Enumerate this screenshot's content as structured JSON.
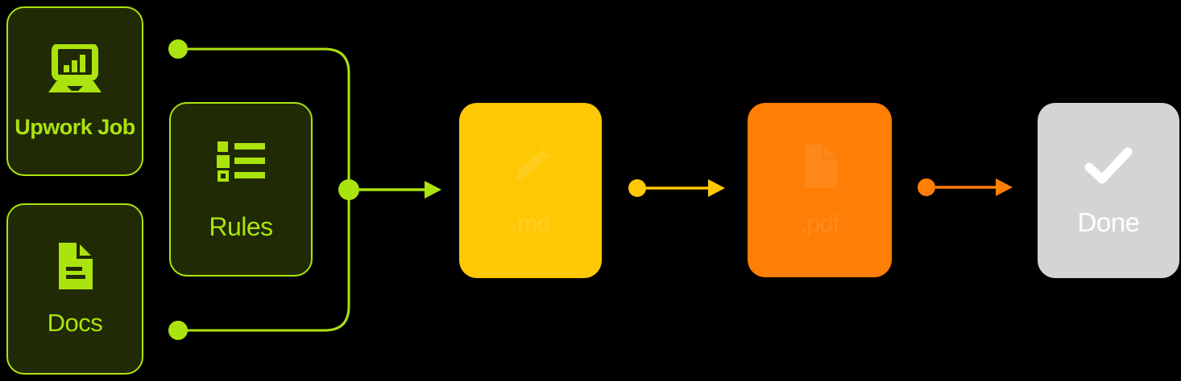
{
  "canvas": {
    "background": "#000000",
    "description": "Workflow diagram: Upwork Job + Docs + Rules merge into a markdown draft stage, then a conversion stage, then Done"
  },
  "colors": {
    "green": "#abe30f",
    "dark_fill": "#202a04",
    "yellow": "#ffc805",
    "orange": "#ff7e05",
    "gray": "#d5d4d2",
    "white": "#ffffff",
    "black": "#000000"
  },
  "nodes": {
    "upwork_job": {
      "label": "Upwork Job",
      "icon": "laptop-chart-icon",
      "style": "dark-green-outline"
    },
    "docs": {
      "label": "Docs",
      "icon": "document-icon",
      "style": "dark-green-outline"
    },
    "rules": {
      "label": "Rules",
      "icon": "checklist-icon",
      "style": "dark-green-outline"
    },
    "draft_md": {
      "label": ".md",
      "icon": "pen-sparkle-icon",
      "style": "yellow-solid",
      "state": "content-faded"
    },
    "convert_pdf": {
      "label": ".pdf",
      "icon": "document-convert-icon",
      "style": "orange-solid",
      "state": "content-faded"
    },
    "done": {
      "label": "Done",
      "icon": "checkmark-icon",
      "style": "gray-solid"
    }
  },
  "connectors": [
    {
      "from": "upwork_job",
      "to": "merge-point",
      "color": "#abe30f",
      "type": "elbow-wire-with-dot"
    },
    {
      "from": "docs",
      "to": "merge-point",
      "color": "#abe30f",
      "type": "elbow-wire-with-dot"
    },
    {
      "from": "merge-point",
      "to": "draft_md",
      "color": "#abe30f",
      "type": "arrow"
    },
    {
      "from": "draft_md",
      "to": "convert_pdf",
      "color": "#ffc805",
      "type": "dot-arrow"
    },
    {
      "from": "convert_pdf",
      "to": "done",
      "color": "#ff7e05",
      "type": "dot-arrow"
    }
  ]
}
